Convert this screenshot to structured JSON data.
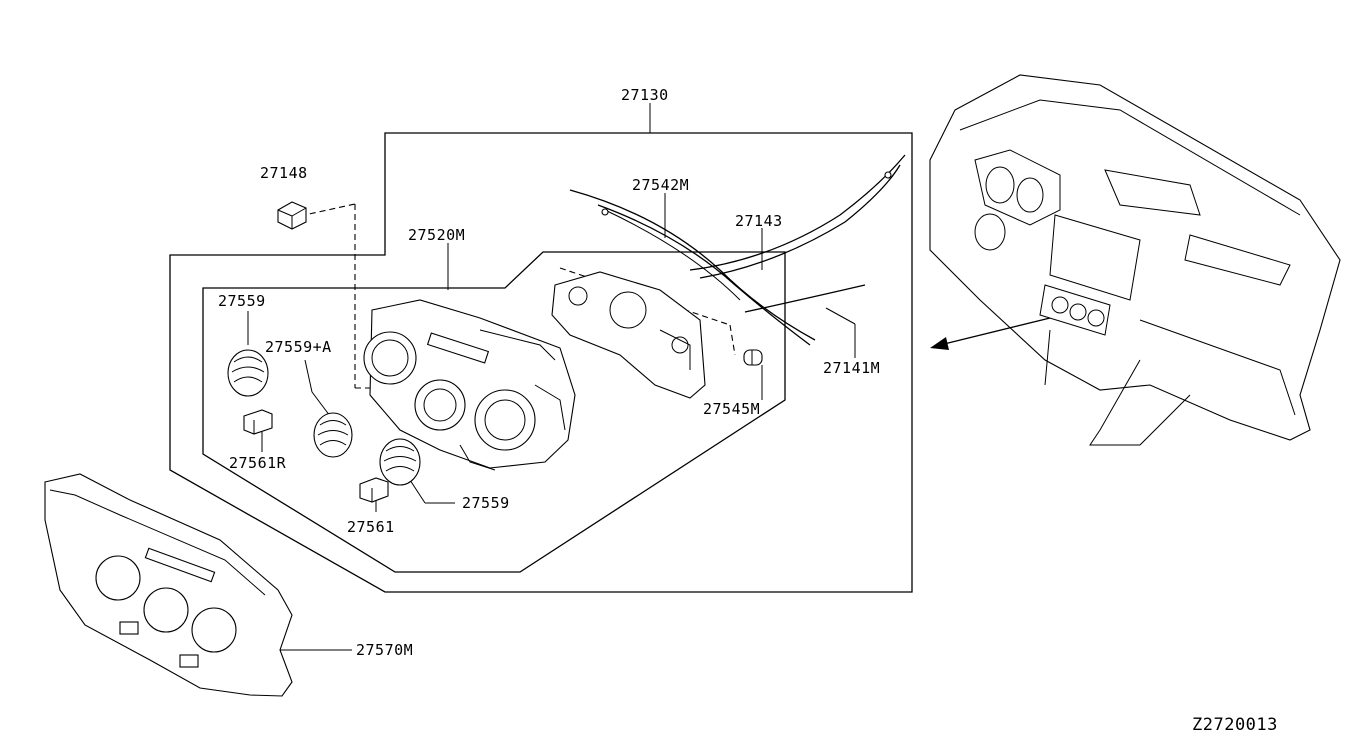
{
  "diagram": {
    "type": "parts-exploded-view",
    "reference_code": "Z2720013",
    "parts": [
      {
        "id": "27130",
        "label": "27130"
      },
      {
        "id": "27148",
        "label": "27148"
      },
      {
        "id": "27542M",
        "label": "27542M"
      },
      {
        "id": "27143",
        "label": "27143"
      },
      {
        "id": "27520M",
        "label": "27520M"
      },
      {
        "id": "27559-top",
        "label": "27559"
      },
      {
        "id": "27559A",
        "label": "27559+A"
      },
      {
        "id": "27141M",
        "label": "27141M"
      },
      {
        "id": "27545M",
        "label": "27545M"
      },
      {
        "id": "27561R",
        "label": "27561R"
      },
      {
        "id": "27559-bottom",
        "label": "27559"
      },
      {
        "id": "27561",
        "label": "27561"
      },
      {
        "id": "27570M",
        "label": "27570M"
      }
    ]
  }
}
